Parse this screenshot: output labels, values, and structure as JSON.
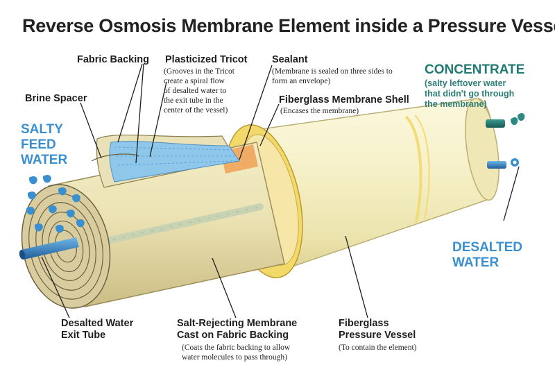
{
  "title": "Reverse Osmosis Membrane Element inside a Pressure Vessel",
  "labels": {
    "fabric_backing": "Fabric Backing",
    "plasticized_tricot": "Plasticized Tricot",
    "plasticized_tricot_note": "(Grooves in the Tricot\ncreate a spiral flow\nof desalted water to\nthe exit tube in the\ncenter of the vessel)",
    "sealant": "Sealant",
    "sealant_note": "(Membrane is sealed on three sides to\nform an envelope)",
    "brine_spacer": "Brine Spacer",
    "fiberglass_membrane_shell": "Fiberglass Membrane Shell",
    "fiberglass_membrane_shell_note": "(Encases the membrane)",
    "desalted_water_exit_tube": "Desalted Water\nExit Tube",
    "salt_rejecting_membrane": "Salt-Rejecting Membrane\nCast on Fabric Backing",
    "salt_rejecting_membrane_note": "(Coats the fabric backing to allow\nwater molecules to pass through)",
    "fiberglass_pressure_vessel": "Fiberglass\nPressure Vessel",
    "fiberglass_pressure_vessel_note": "(To contain the element)"
  },
  "flows": {
    "salty_feed_water": "SALTY\nFEED\nWATER",
    "concentrate": "CONCENTRATE",
    "concentrate_note": "(salty leftover water\nthat didn't go through\nthe membrane)",
    "desalted_water": "DESALTED\nWATER"
  },
  "colors": {
    "feed_blue": "#3a8fd0",
    "concentrate_teal": "#1f7a72",
    "vessel_cream": "#f6f1c6",
    "shell_yellow": "#f3d86a",
    "element_tan": "#e9dfae",
    "sealant_orange": "#f0a055",
    "tricot_blue": "#8ec7ea"
  }
}
